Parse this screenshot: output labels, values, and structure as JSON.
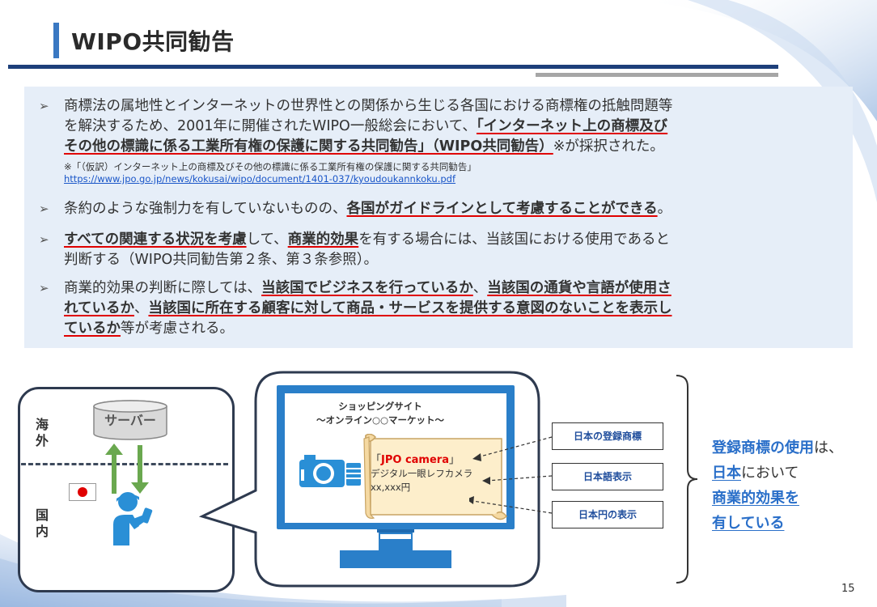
{
  "title": "WIPO共同勧告",
  "bullets": {
    "b1": {
      "line1": "商標法の属地性とインターネットの世界性との関係から生じる各国における商標権の抵触問題等",
      "line2a": "を解決するため、2001年に開催されたWIPO一般総会において、",
      "line2b": "「インターネット上の商標及び",
      "line3a": "その他の標識に係る工業所有権の保護に関する共同勧告」（WIPO共同勧告）",
      "line3b": "※が採択された。",
      "note": "※「（仮訳）インターネット上の商標及びその他の標識に係る工業所有権の保護に関する共同勧告」",
      "url": "https://www.jpo.go.jp/news/kokusai/wipo/document/1401-037/kyoudoukannkoku.pdf"
    },
    "b2": {
      "a": "条約のような強制力を有していないものの、",
      "b": "各国がガイドラインとして考慮することができる",
      "c": "。"
    },
    "b3": {
      "a": "すべての関連する状況を考慮",
      "b": "して、",
      "c": "商業的効果",
      "d": "を有する場合には、当該国における使用であると",
      "line2": "判断する（WIPO共同勧告第２条、第３条参照）。"
    },
    "b4": {
      "a": "商業的効果の判断に際しては、",
      "b": "当該国でビジネスを行っているか",
      "c": "、",
      "d": "当該国の通貨や言語が使用さ",
      "e": "れているか",
      "f": "、",
      "g": "当該国に所在する顧客に対して商品・サービスを提供する意図のないことを表示し",
      "h": "ているか",
      "i": "等が考慮される。"
    },
    "marker": "➢"
  },
  "diagram": {
    "server": "サーバー",
    "overseas": [
      "海",
      "外"
    ],
    "domestic": [
      "国",
      "内"
    ],
    "site_title": "ショッピングサイト",
    "site_subtitle": "～オンライン○○マーケット～",
    "product_brand_open": "「",
    "product_brand": "JPO camera",
    "product_brand_close": "」",
    "product_desc": "デジタル一眼レフカメラ",
    "product_price": "xx,xxx円",
    "tags": [
      "日本の登録商標",
      "日本語表示",
      "日本円の表示"
    ],
    "conclusion": {
      "l1a": "登録商標の使用",
      "l1b": "は、",
      "l2a": "日本",
      "l2b": "において",
      "l3": "商業的効果を",
      "l4": "有している"
    }
  },
  "colors": {
    "accent": "#3a78c2",
    "rule": "#1d3f7a",
    "box": "#e6eef8",
    "underline": "#e00000",
    "monitor": "#2a7fc9",
    "arrow": "#6aa84f"
  },
  "page_number": "15"
}
